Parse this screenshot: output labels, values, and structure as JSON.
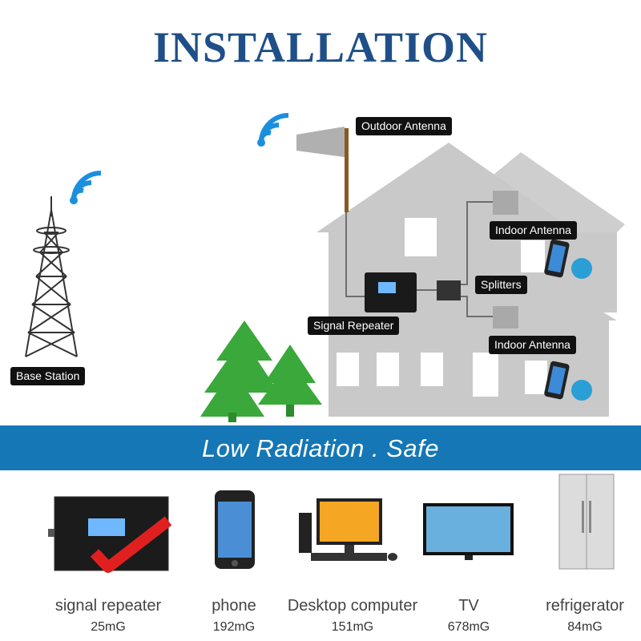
{
  "title": "INSTALLATION",
  "labels": {
    "outdoor_antenna": "Outdoor Antenna",
    "indoor_antenna_top": "Indoor Antenna",
    "indoor_antenna_bottom": "Indoor Antenna",
    "splitters": "Splitters",
    "signal_repeater": "Signal Repeater",
    "base_station": "Base Station"
  },
  "banner": "Low Radiation . Safe",
  "devices": [
    {
      "name": "signal repeater",
      "value": "25mG",
      "icon": "repeater-icon"
    },
    {
      "name": "phone",
      "value": "192mG",
      "icon": "phone-icon"
    },
    {
      "name": "Desktop computer",
      "value": "151mG",
      "icon": "desktop-icon"
    },
    {
      "name": "TV",
      "value": "678mG",
      "icon": "tv-icon"
    },
    {
      "name": "refrigerator",
      "value": "84mG",
      "icon": "refrigerator-icon"
    }
  ],
  "colors": {
    "title": "#1f4f88",
    "banner": "#1577b5",
    "wifi": "#1a8fe0",
    "house": "#c4c4c4",
    "tree": "#3aa83a",
    "checkmark": "#e02020"
  }
}
